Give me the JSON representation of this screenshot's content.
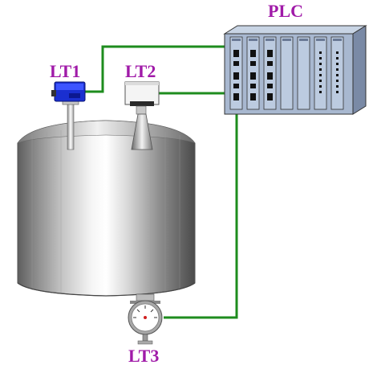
{
  "labels": {
    "plc": "PLC",
    "lt1": "LT1",
    "lt2": "LT2",
    "lt3": "LT3"
  },
  "colors": {
    "label": "#a01aa8",
    "wire": "#1e8c1e",
    "plc_body": "#a8b8d0",
    "lt1_housing": "#1a2fd0",
    "tank": "#b0b0b0"
  },
  "icons": {
    "tank": "storage-tank",
    "lt1": "guided-wave-radar-transmitter",
    "lt2": "horn-radar-transmitter",
    "lt3": "pressure-gauge-transmitter",
    "plc": "plc-rack"
  }
}
